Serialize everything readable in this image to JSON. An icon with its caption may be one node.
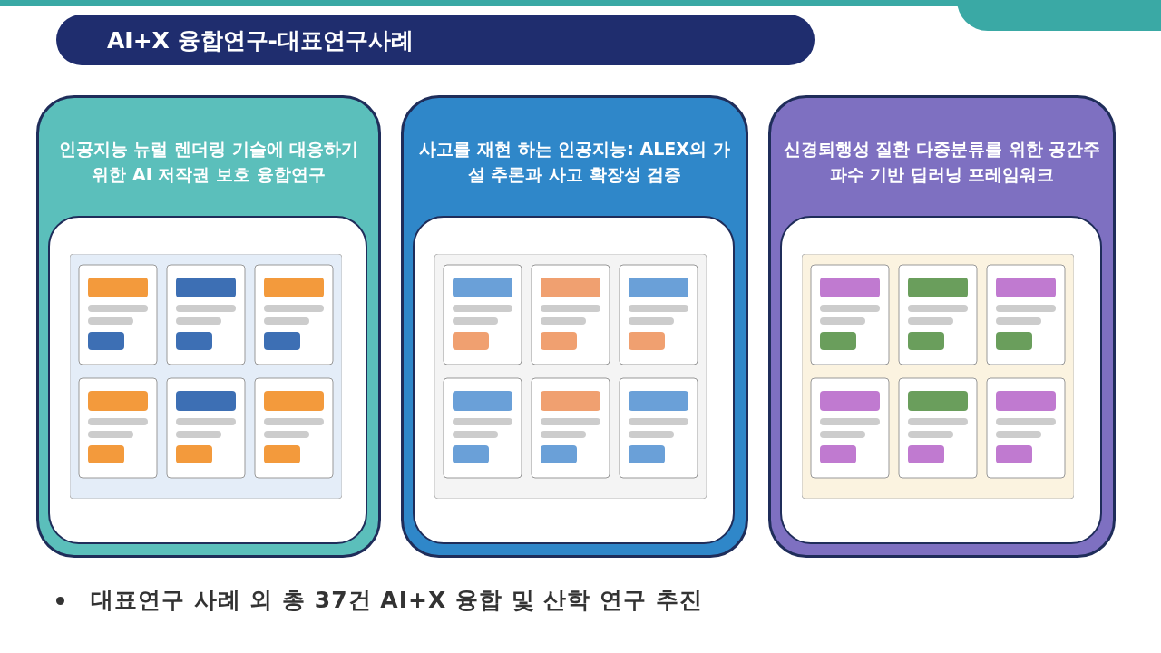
{
  "diagram": {
    "title": "AI+X 융합연구-대표연구사례",
    "nodes": [
      {
        "text": [
          "인공지능 뉴럴 렌더링 기술에 대응하기 위한 AI 저작권 보호 융합연구"
        ]
      },
      {
        "text": [],
        "shape": "picture",
        "in": 0
      },
      {
        "text": [
          "사고를 재현 하는 인공지능: ALEX의 가설 추론과 사고 확장성 검증"
        ]
      },
      {
        "text": [],
        "shape": "picture",
        "in": 2
      },
      {
        "text": [
          "신경퇴행성 질환 다중분류를 위한 공간주파수 기반 딥러닝 프레임워크"
        ]
      },
      {
        "text": [],
        "shape": "picture",
        "in": 4
      }
    ],
    "edges": [],
    "labels": [
      "대표연구 사례 외 총 37건 AI+X 융합 및 산학 연구 추진"
    ]
  }
}
